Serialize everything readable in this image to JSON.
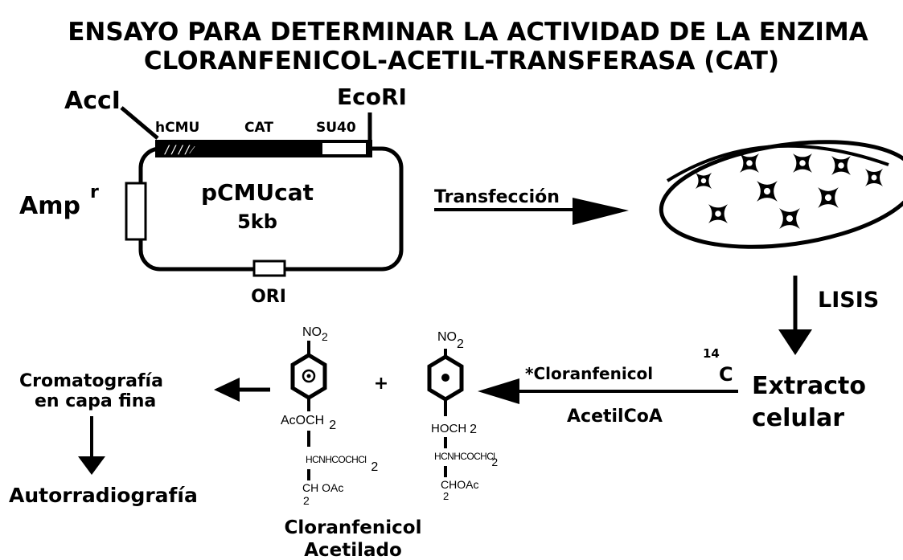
{
  "title": {
    "line1": "ENSAYO PARA DETERMINAR LA ACTIVIDAD DE LA ENZIMA",
    "line2": "CLORANFENICOL-ACETIL-TRANSFERASA (CAT)"
  },
  "plasmid": {
    "name": "pCMUcat",
    "size": "5kb",
    "site_left": "AccI",
    "site_right": "EcoRI",
    "segment_hcmv": "hCMU",
    "segment_cat": "CAT",
    "segment_sv40": "SU40",
    "resistance": "Amp",
    "resistance_sup": "r",
    "origin": "ORI",
    "hatch_text": "////⁄"
  },
  "steps": {
    "transfection": "Transfección",
    "lysis": "LISIS",
    "extract_line1": "Extracto",
    "extract_line2": "celular",
    "isotope_mass": "14",
    "isotope_symbol": "C",
    "substrate": "*Cloranfenicol",
    "cofactor": "AcetilCoA",
    "chromatography_line1": "Cromatografía",
    "chromatography_line2": "en capa fina",
    "autoradiography": "Autorradiografía"
  },
  "molecules": {
    "plus": "+",
    "acetylated": {
      "top_group": "NO",
      "top_sub": "2",
      "ch2_group": "AcOCH",
      "ch2_sub": "2",
      "amide_group": "HCNHCOCHCl",
      "amide_sub": "2",
      "bottom_group": "CH OAc",
      "bottom_sub": "2",
      "label_line1": "Cloranfenicol",
      "label_line2": "Acetilado"
    },
    "chloramphenicol": {
      "top_group": "NO",
      "top_sub": "2",
      "ch2_group": "HOCH",
      "ch2_sub": "2",
      "amide_group": "HCNHCOCHCl",
      "amide_sub": "2",
      "bottom_group": "CHOAc",
      "bottom_sub": "2"
    }
  }
}
